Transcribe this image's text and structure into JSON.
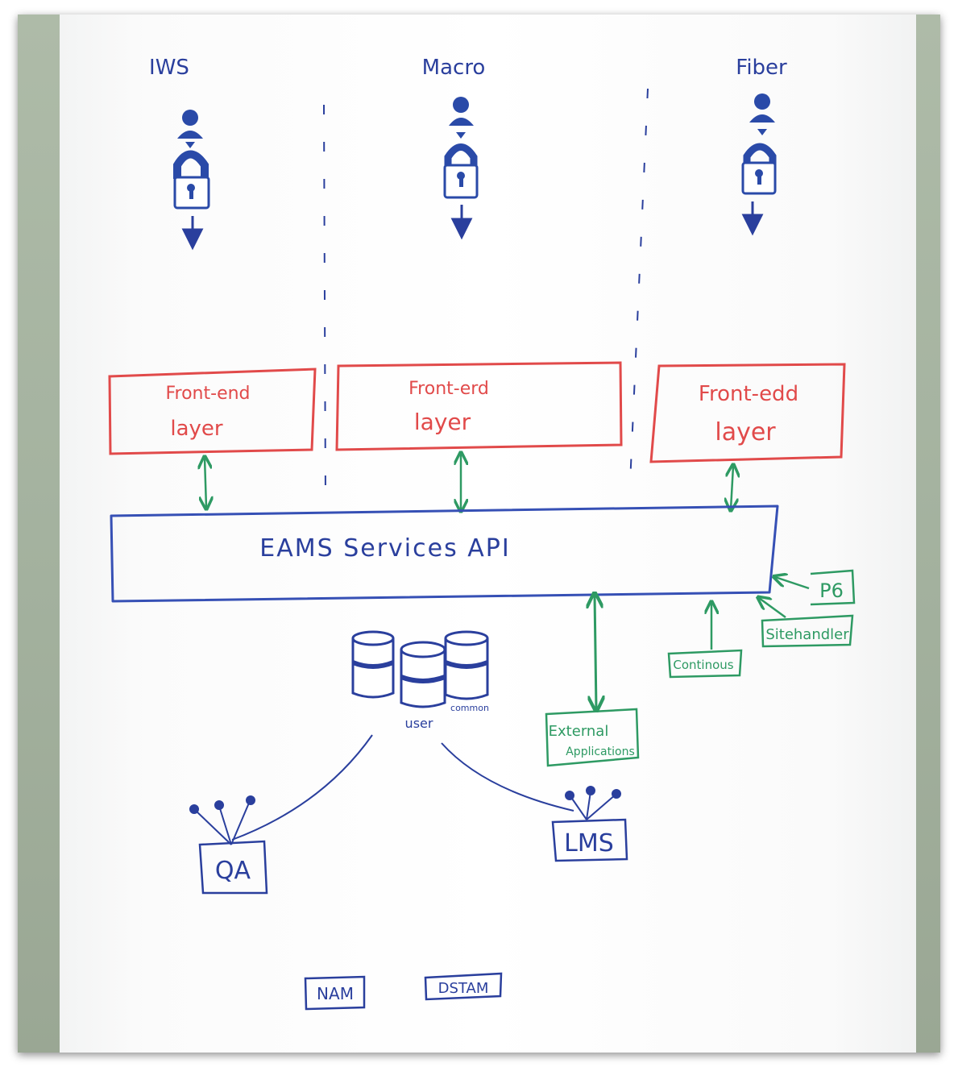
{
  "columns": [
    {
      "title": "IWS"
    },
    {
      "title": "Macro"
    },
    {
      "title": "Fiber"
    }
  ],
  "frontend": {
    "line1": [
      "Front-end",
      "Front-erd",
      "Front-edd"
    ],
    "line2": "layer"
  },
  "api": {
    "label": "EAMS Services API"
  },
  "external_systems": {
    "p6": "P6",
    "sitehandler": "Sitehandler",
    "continuous": "Continous",
    "external_line1": "External",
    "external_line2": "Applications"
  },
  "databases": {
    "user": "user",
    "common": "common"
  },
  "clients": {
    "qa": "QA",
    "lms": "LMS"
  },
  "footer_boxes": {
    "nam": "NAM",
    "dstam": "DSTAM"
  },
  "colors": {
    "blue_marker": "#2a3f9d",
    "red_marker": "#e14a4a",
    "green_marker": "#2e9a63",
    "wall": "#a4b29f"
  }
}
